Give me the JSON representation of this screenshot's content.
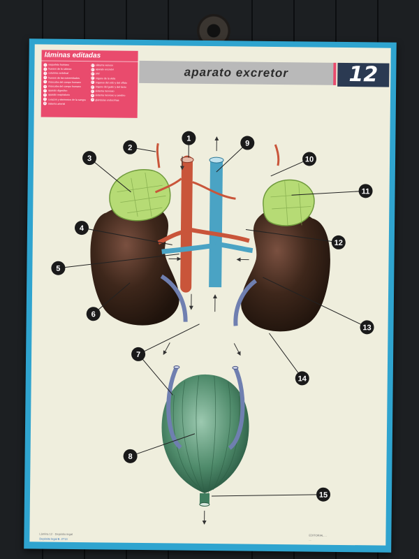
{
  "legend": {
    "title": "láminas editadas",
    "col1": [
      {
        "n": "1",
        "label": "esqueleto humano"
      },
      {
        "n": "2",
        "label": "huesos de la cabeza"
      },
      {
        "n": "3",
        "label": "columna vertebral"
      },
      {
        "n": "4",
        "label": "huesos de las extremidades"
      },
      {
        "n": "5",
        "label": "músculos del cuerpo humano"
      },
      {
        "n": "6",
        "label": "músculos del cuerpo humano"
      },
      {
        "n": "7",
        "label": "aparato digestivo"
      },
      {
        "n": "8",
        "label": "aparato respiratorio"
      },
      {
        "n": "9",
        "label": "corazón y elementos de la sangre"
      },
      {
        "n": "10",
        "label": "sistema arterial"
      }
    ],
    "col2": [
      {
        "n": "11",
        "label": "sistema venoso"
      },
      {
        "n": "12",
        "label": "aparato excretor"
      },
      {
        "n": "13",
        "label": "piel"
      },
      {
        "n": "14",
        "label": "órgano de la vista"
      },
      {
        "n": "15",
        "label": "órganos del oído y del olfato"
      },
      {
        "n": "16",
        "label": "órgano del gusto y del tacto"
      },
      {
        "n": "17",
        "label": "sistema nervioso"
      },
      {
        "n": "18",
        "label": "sistema nervioso y cerebro"
      },
      {
        "n": "19",
        "label": "glándulas endocrinas"
      }
    ]
  },
  "title": "aparato excretor",
  "plate_number": "12",
  "footer": {
    "left_line1": "Lámina 12 · Depósito legal",
    "left_line2": "Depósito legal B. 2713",
    "right_line1": "EDITORIAL ...",
    "right_line2": "..."
  },
  "callouts": [
    {
      "n": "1"
    },
    {
      "n": "2"
    },
    {
      "n": "3"
    },
    {
      "n": "4"
    },
    {
      "n": "5"
    },
    {
      "n": "6"
    },
    {
      "n": "7"
    },
    {
      "n": "8"
    },
    {
      "n": "9"
    },
    {
      "n": "10"
    },
    {
      "n": "11"
    },
    {
      "n": "12"
    },
    {
      "n": "13"
    },
    {
      "n": "14"
    },
    {
      "n": "15"
    }
  ],
  "colors": {
    "frame": "#2fa4cf",
    "paper": "#efeedd",
    "legend_bg": "#e94b6d",
    "title_bg": "#b9b9b9",
    "plate_bg": "#2b3a52",
    "kidney": "#3a2418",
    "artery": "#c9553a",
    "vein": "#4aa3c4",
    "ureter": "#6f7fb0",
    "gland": "#b6db75",
    "bladder": "#3f7d5e"
  }
}
